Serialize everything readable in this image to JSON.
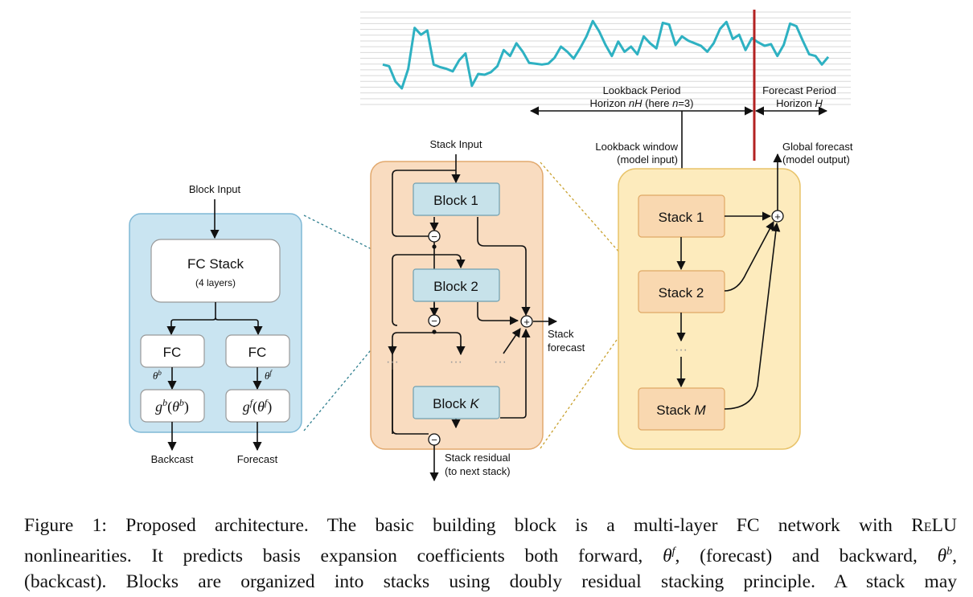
{
  "timeseries": {
    "values": [
      0.45,
      0.43,
      0.25,
      0.17,
      0.4,
      0.88,
      0.8,
      0.85,
      0.45,
      0.42,
      0.4,
      0.37,
      0.5,
      0.58,
      0.2,
      0.34,
      0.33,
      0.36,
      0.43,
      0.62,
      0.55,
      0.7,
      0.6,
      0.47,
      0.46,
      0.45,
      0.46,
      0.53,
      0.66,
      0.6,
      0.52,
      0.64,
      0.78,
      0.96,
      0.84,
      0.68,
      0.55,
      0.72,
      0.6,
      0.66,
      0.57,
      0.78,
      0.7,
      0.64,
      0.94,
      0.92,
      0.68,
      0.78,
      0.73,
      0.7,
      0.67,
      0.6,
      0.7,
      0.87,
      0.95,
      0.75,
      0.8,
      0.62,
      0.76,
      0.71,
      0.67,
      0.69,
      0.55,
      0.68,
      0.93,
      0.9,
      0.73,
      0.57,
      0.55,
      0.45,
      0.54
    ],
    "split_index": 60,
    "colors": {
      "line": "#2eb1c2",
      "split": "#b32222",
      "grid": "#d9d9d9"
    }
  },
  "lookback": {
    "line1": "Lookback Period",
    "line2_pre": "Horizon ",
    "line2_var": "nH",
    "line2_mid": " (here ",
    "line2_var2": "n",
    "line2_post": "=3)"
  },
  "forecast_period": {
    "line1": "Forecast Period",
    "line2_pre": "Horizon ",
    "line2_var": "H"
  },
  "lookback_window": {
    "line1": "Lookback window",
    "line2": "(model input)"
  },
  "global_forecast": {
    "line1": "Global forecast",
    "line2": "(model output)"
  },
  "block_detail": {
    "input_label": "Block Input",
    "fc_stack": {
      "title": "FC Stack",
      "subtitle": "(4 layers)"
    },
    "fc_left": "FC",
    "fc_right": "FC",
    "theta_b": "θ",
    "theta_b_sup": "b",
    "theta_f": "θ",
    "theta_f_sup": "f",
    "g_b": {
      "g": "g",
      "sup": "b",
      "open": "(",
      "theta": "θ",
      "tsup": "b",
      "close": ")"
    },
    "g_f": {
      "g": "g",
      "sup": "f",
      "open": "(",
      "theta": "θ",
      "tsup": "f",
      "close": ")"
    },
    "backcast": "Backcast",
    "forecast": "Forecast",
    "colors": {
      "panel": "#c9e4f1",
      "panel_border": "#7fb8d6"
    }
  },
  "stack_detail": {
    "input_label": "Stack Input",
    "block1": "Block 1",
    "block2": "Block 2",
    "blockK_pre": "Block ",
    "blockK_var": "K",
    "minus": "−",
    "plus": "+",
    "dots": "···",
    "forecast_line1": "Stack",
    "forecast_line2": "forecast",
    "residual_line1": "Stack residual",
    "residual_line2": "(to next stack)",
    "colors": {
      "panel": "#f9dcc0",
      "panel_border": "#e2a96e",
      "block": "#c7e2ea",
      "block_border": "#6f9fb0"
    }
  },
  "model": {
    "stack1": "Stack 1",
    "stack2": "Stack 2",
    "stackM_pre": "Stack ",
    "stackM_var": "M",
    "dots": "···",
    "plus": "+",
    "colors": {
      "panel": "#fdebbd",
      "panel_border": "#e8c36a",
      "stack": "#f9d8b0",
      "stack_border": "#e0a865"
    }
  },
  "caption": {
    "l1_pre": "Figure 1: Proposed architecture. The basic building block is a multi-layer FC network with ",
    "l1_relu": "ReLU",
    "l2_pre": "nonlinearities. It predicts basis expansion coefficients both forward, ",
    "l2_theta": "θ",
    "l2_sup1": "f",
    "l2_mid": ", (forecast) and backward, ",
    "l2_theta2": "θ",
    "l2_sup2": "b",
    "l2_post": ",",
    "l3": "(backcast). Blocks are organized into stacks using doubly residual stacking principle. A stack may"
  }
}
